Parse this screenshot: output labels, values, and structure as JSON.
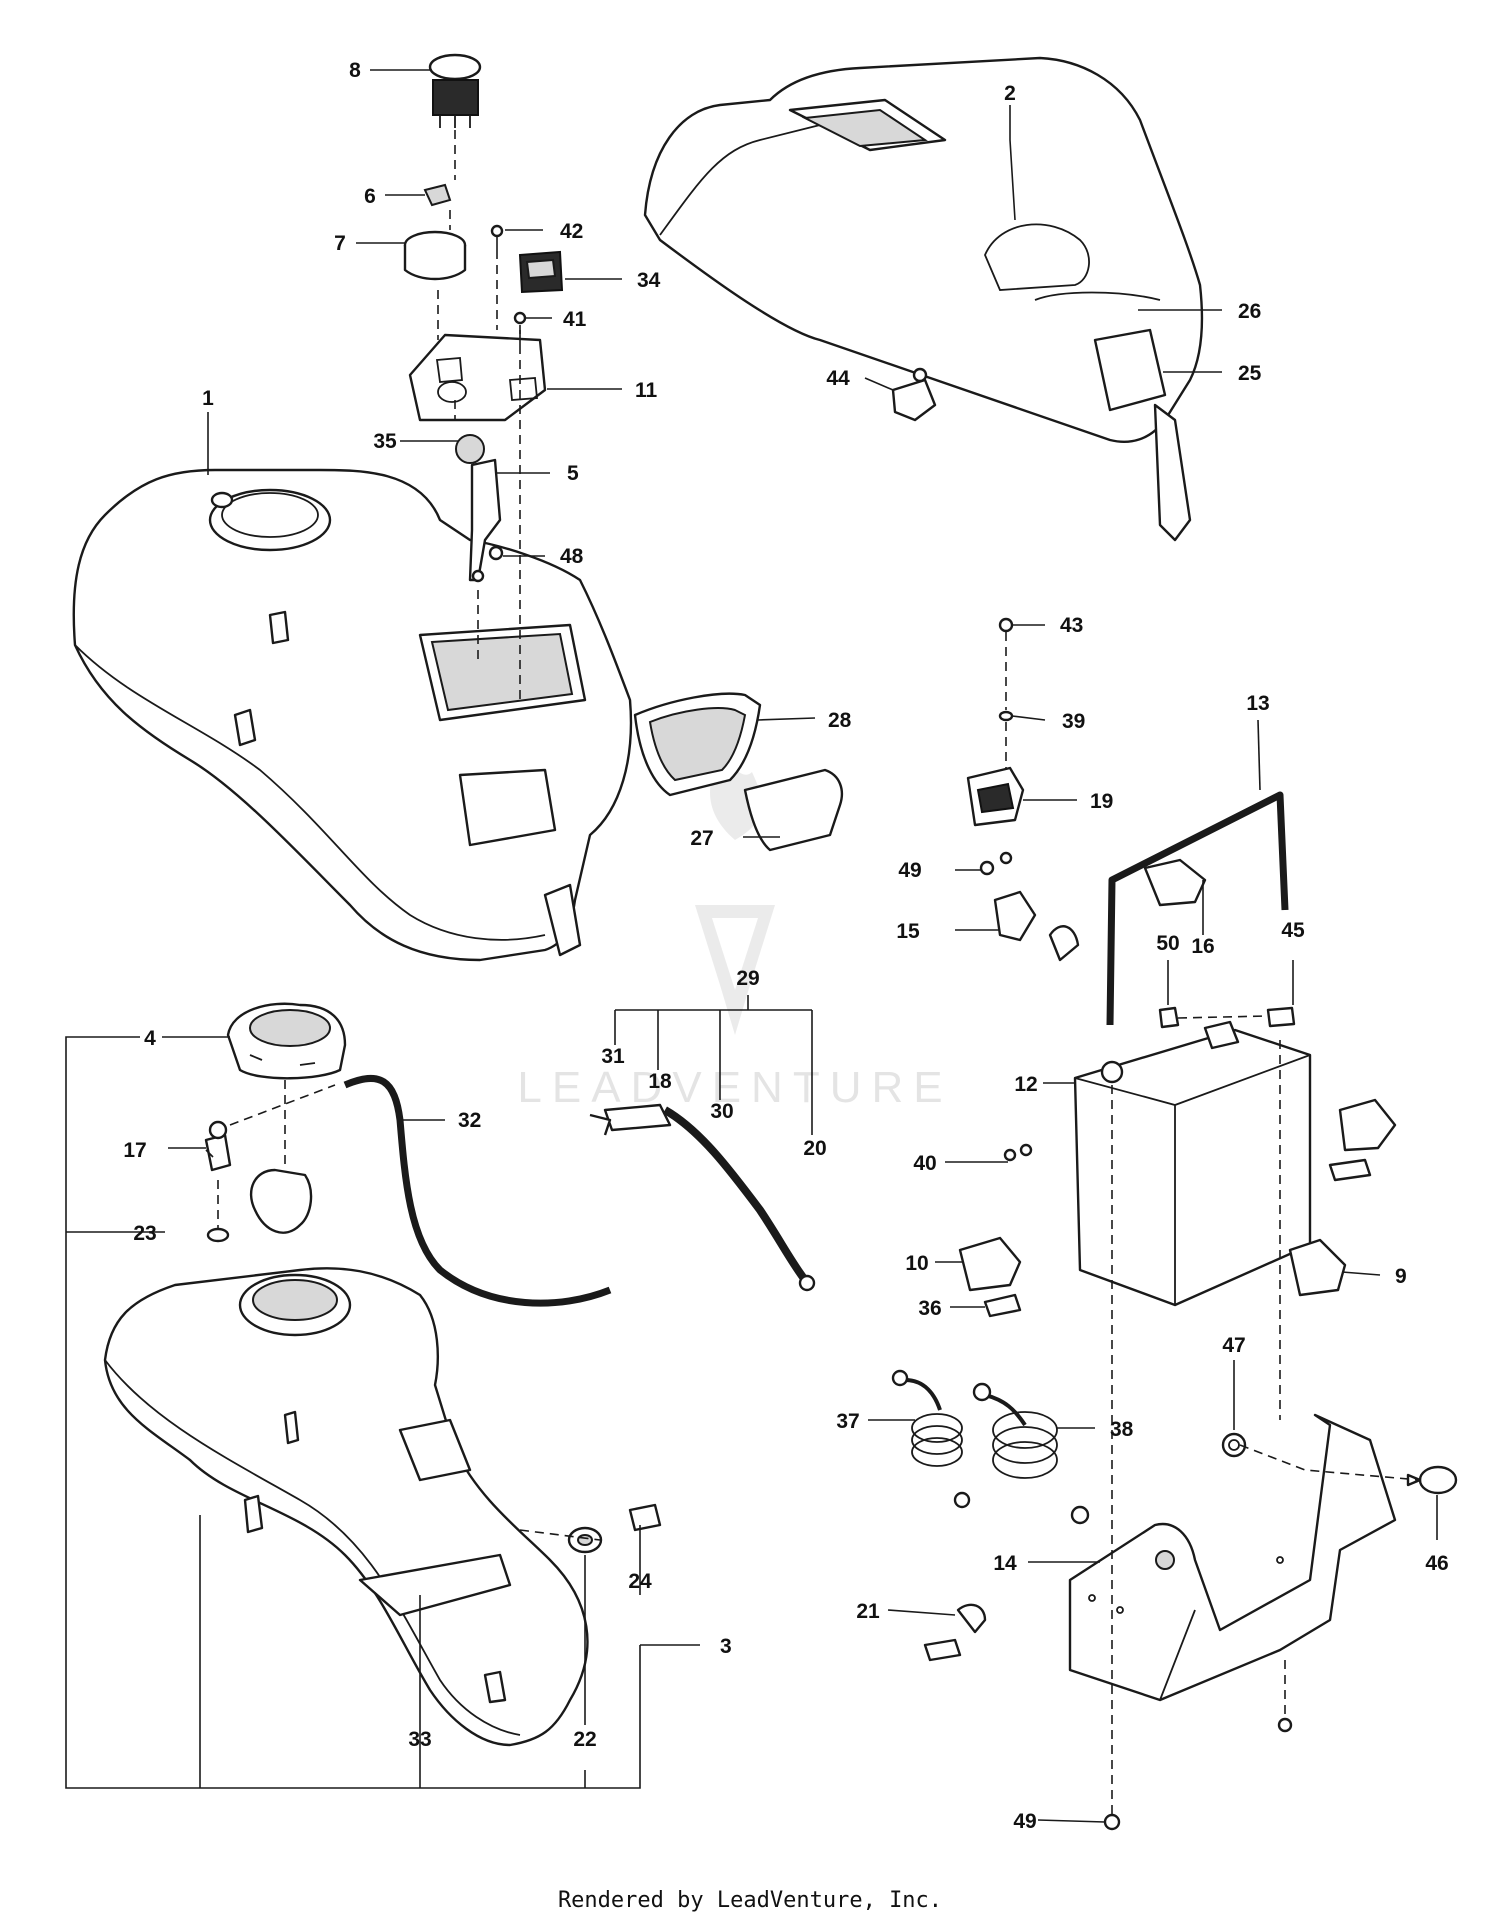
{
  "watermark": {
    "text": "LEADVENTURE"
  },
  "footer": {
    "text": "Rendered by LeadVenture, Inc."
  },
  "callouts": [
    {
      "id": "c1",
      "label": "1"
    },
    {
      "id": "c2",
      "label": "2"
    },
    {
      "id": "c3",
      "label": "3"
    },
    {
      "id": "c4",
      "label": "4"
    },
    {
      "id": "c5",
      "label": "5"
    },
    {
      "id": "c6",
      "label": "6"
    },
    {
      "id": "c7",
      "label": "7"
    },
    {
      "id": "c8",
      "label": "8"
    },
    {
      "id": "c9",
      "label": "9"
    },
    {
      "id": "c10",
      "label": "10"
    },
    {
      "id": "c11",
      "label": "11"
    },
    {
      "id": "c12",
      "label": "12"
    },
    {
      "id": "c13",
      "label": "13"
    },
    {
      "id": "c14",
      "label": "14"
    },
    {
      "id": "c15",
      "label": "15"
    },
    {
      "id": "c16",
      "label": "16"
    },
    {
      "id": "c17",
      "label": "17"
    },
    {
      "id": "c18",
      "label": "18"
    },
    {
      "id": "c19",
      "label": "19"
    },
    {
      "id": "c20",
      "label": "20"
    },
    {
      "id": "c21",
      "label": "21"
    },
    {
      "id": "c22",
      "label": "22"
    },
    {
      "id": "c23",
      "label": "23"
    },
    {
      "id": "c24",
      "label": "24"
    },
    {
      "id": "c25",
      "label": "25"
    },
    {
      "id": "c26",
      "label": "26"
    },
    {
      "id": "c27",
      "label": "27"
    },
    {
      "id": "c28",
      "label": "28"
    },
    {
      "id": "c29",
      "label": "29"
    },
    {
      "id": "c30",
      "label": "30"
    },
    {
      "id": "c31",
      "label": "31"
    },
    {
      "id": "c32",
      "label": "32"
    },
    {
      "id": "c33",
      "label": "33"
    },
    {
      "id": "c34",
      "label": "34"
    },
    {
      "id": "c35",
      "label": "35"
    },
    {
      "id": "c36",
      "label": "36"
    },
    {
      "id": "c37",
      "label": "37"
    },
    {
      "id": "c38",
      "label": "38"
    },
    {
      "id": "c39",
      "label": "39"
    },
    {
      "id": "c40",
      "label": "40"
    },
    {
      "id": "c41",
      "label": "41"
    },
    {
      "id": "c42",
      "label": "42"
    },
    {
      "id": "c43",
      "label": "43"
    },
    {
      "id": "c44",
      "label": "44"
    },
    {
      "id": "c45",
      "label": "45"
    },
    {
      "id": "c46",
      "label": "46"
    },
    {
      "id": "c47",
      "label": "47"
    },
    {
      "id": "c48",
      "label": "48"
    },
    {
      "id": "c49a",
      "label": "49"
    },
    {
      "id": "c49b",
      "label": "49"
    },
    {
      "id": "c50",
      "label": "50"
    }
  ]
}
